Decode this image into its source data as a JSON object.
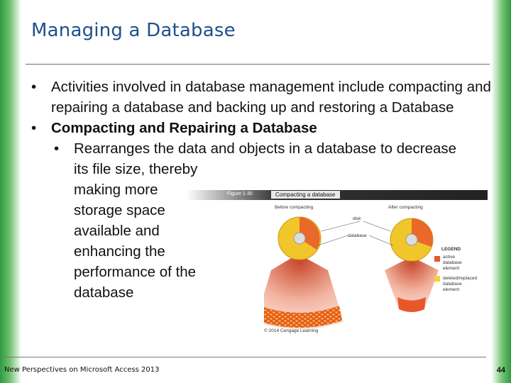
{
  "slide": {
    "title": "Managing a Database",
    "bullets": [
      {
        "text": "Activities involved in database management include compacting and repairing a database and backing up and restoring a Database"
      },
      {
        "text": "Compacting and Repairing a Database"
      }
    ],
    "sub_bullet": {
      "line1": "Rearranges the data and objects in a database to decrease",
      "continuation": [
        "its file size, thereby",
        "making more",
        "storage space",
        "available and",
        "enhancing the",
        "performance of the",
        "database"
      ]
    },
    "bullet_char": "•"
  },
  "figure": {
    "number": "Figure 1-30",
    "caption": "Compacting a database",
    "before_label": "Before compacting",
    "after_label": "After compacting",
    "disk_label": "disk",
    "database_label": "database",
    "legend_title": "LEGEND",
    "legend_active": [
      "active",
      "database",
      "element"
    ],
    "legend_deleted": [
      "deleted/replaced",
      "database",
      "element"
    ],
    "copyright": "© 2014 Cengage Learning",
    "colors": {
      "active": "#e8572a",
      "deleted": "#f4d23a",
      "disk": "#f1c62b"
    }
  },
  "footer": {
    "text": "New Perspectives on Microsoft Access 2013",
    "page": "44"
  }
}
